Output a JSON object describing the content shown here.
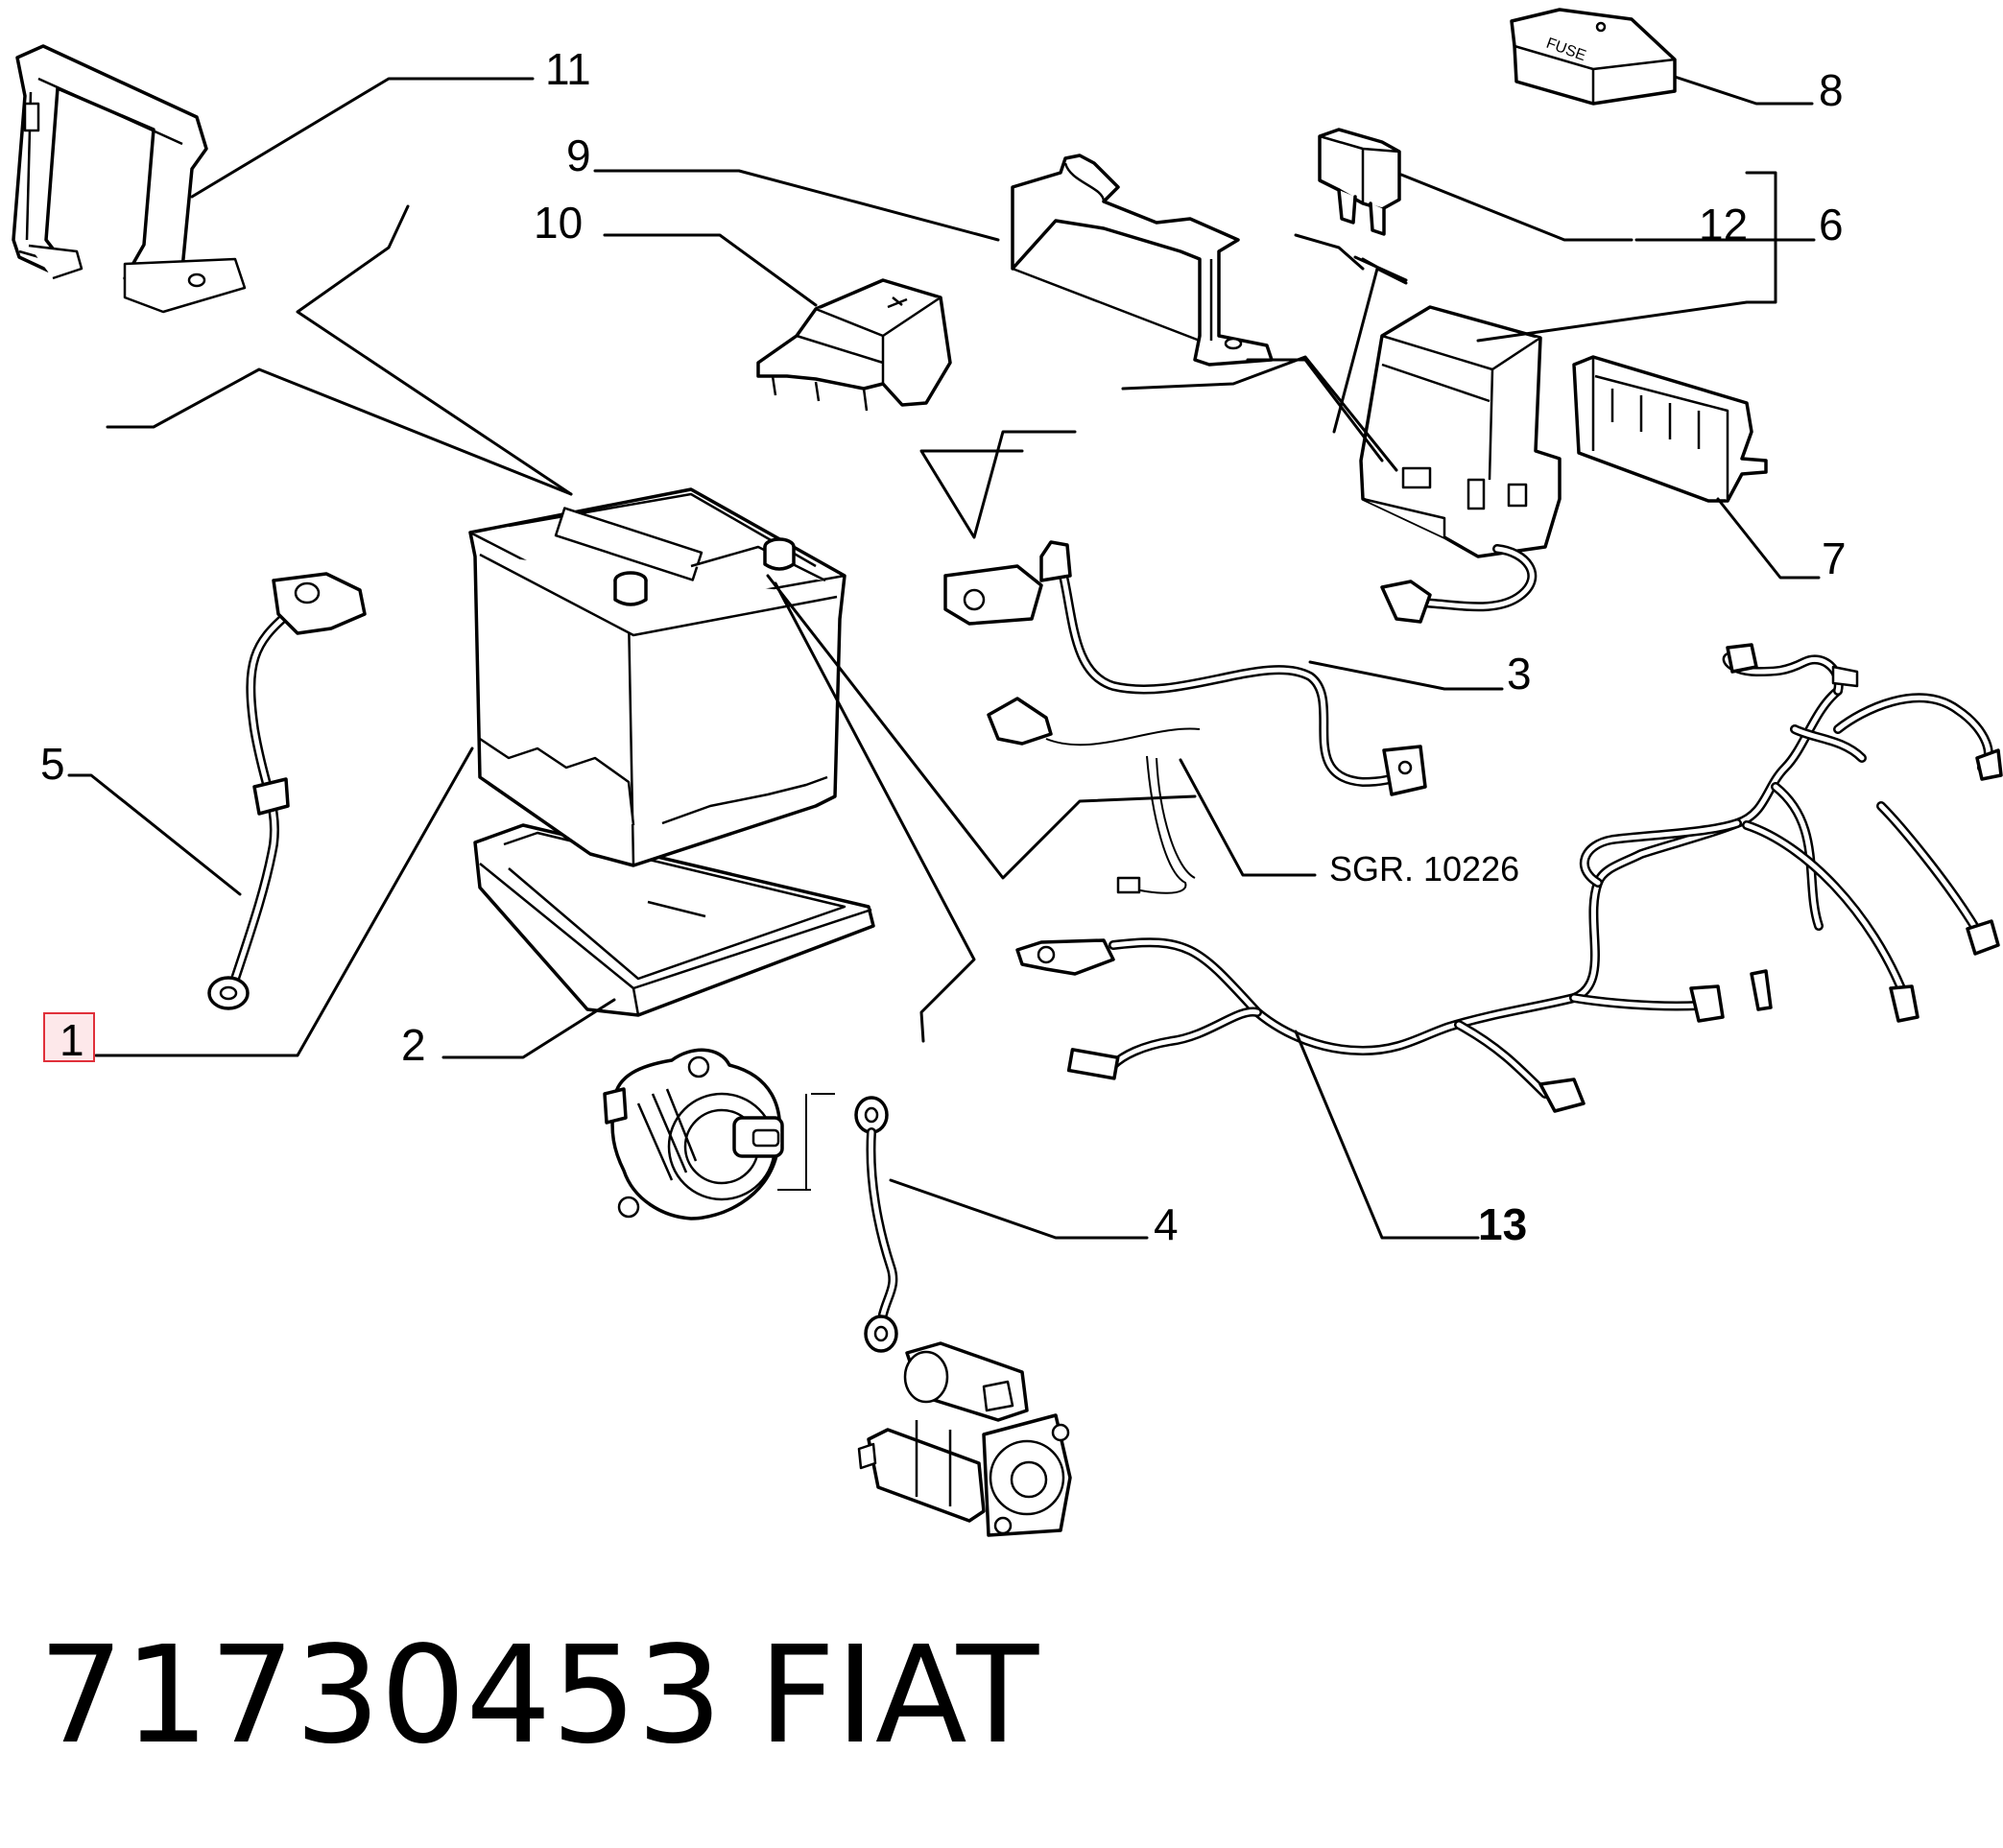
{
  "diagram": {
    "labels": [
      {
        "id": "1",
        "text": "1",
        "highlighted": true
      },
      {
        "id": "2",
        "text": "2"
      },
      {
        "id": "3",
        "text": "3"
      },
      {
        "id": "4",
        "text": "4"
      },
      {
        "id": "5",
        "text": "5"
      },
      {
        "id": "6",
        "text": "6"
      },
      {
        "id": "7",
        "text": "7"
      },
      {
        "id": "8",
        "text": "8"
      },
      {
        "id": "9",
        "text": "9"
      },
      {
        "id": "10",
        "text": "10"
      },
      {
        "id": "11",
        "text": "11"
      },
      {
        "id": "12",
        "text": "12"
      },
      {
        "id": "13",
        "text": "13",
        "bold": true
      },
      {
        "id": "sgr",
        "text": "SGR. 10226"
      }
    ],
    "fuse_marking": "FUSE",
    "highlight_color": "#e0303a"
  },
  "footer": {
    "part_number": "71730453",
    "brand": "FIAT"
  }
}
